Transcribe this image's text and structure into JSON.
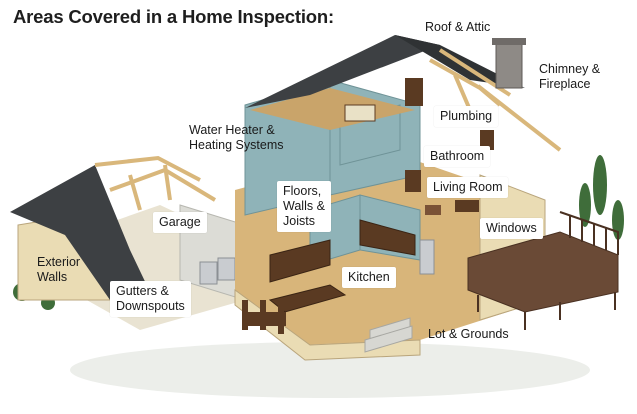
{
  "title": "Areas Covered in a Home Inspection:",
  "labels": {
    "roof_attic": "Roof & Attic",
    "chimney": [
      "Chimney &",
      "Fireplace"
    ],
    "water_heater": [
      "Water Heater &",
      "Heating Systems"
    ],
    "plumbing": "Plumbing",
    "bathroom": "Bathroom",
    "living_room": "Living Room",
    "floors": [
      "Floors,",
      "Walls &",
      "Joists"
    ],
    "garage": "Garage",
    "exterior_walls": [
      "Exterior",
      "Walls"
    ],
    "windows": "Windows",
    "kitchen": "Kitchen",
    "gutters": [
      "Gutters &",
      "Downspouts"
    ],
    "lot_grounds": "Lot & Grounds"
  },
  "colors": {
    "roof": "#3d4043",
    "interior_wall": "#8fb3b8",
    "exterior_wall": "#eadcb4",
    "floor_wood": "#d8b57a",
    "dark_wood": "#5a3a22",
    "deck": "#6a4a36",
    "tree": "#3f6d3a"
  }
}
